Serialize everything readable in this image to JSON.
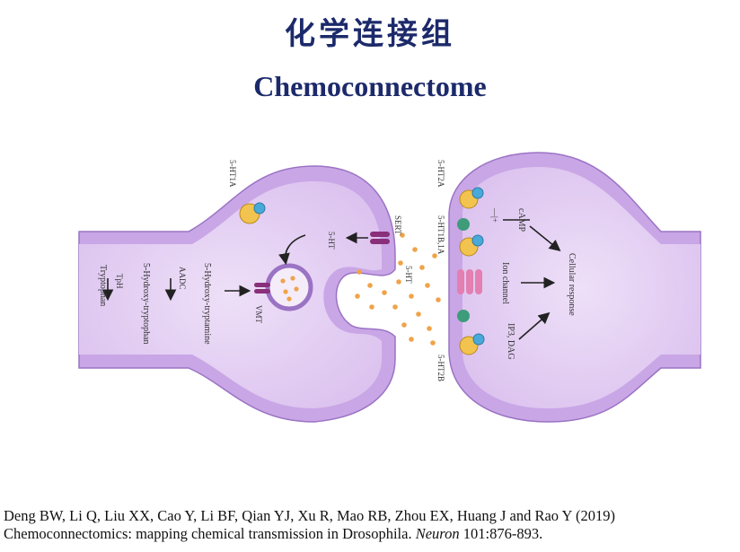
{
  "title_cn": "化学连接组",
  "title_en": "Chemoconnectome",
  "presynaptic": {
    "receptor_top": "5-HT1A",
    "pathway": {
      "step1": "Tryptophan",
      "enzyme1": "TpH",
      "step2": "5-Hydroxy-tryptophan",
      "enzyme2": "AADC",
      "step3": "5-Hydroxy-tryptamine"
    },
    "vmat": "VMT",
    "sert": "SERT",
    "reuptake": "5-HT",
    "released": "5-HT"
  },
  "postsynaptic": {
    "receptor_2a": "5-HT2A",
    "receptor_1b": "5-HT1B,1A",
    "receptor_2b": "5-HT2B",
    "minus": "—|+",
    "camp": "cAMP",
    "ion_channel": "Ion channel",
    "ip3": "IP3, DAG",
    "response": "Cellular response"
  },
  "citation": {
    "line1": "Deng BW, Li Q, Liu XX, Cao Y, Li BF, Qian YJ, Xu R, Mao RB, Zhou EX, Huang J and Rao Y (2019)",
    "line2_plain": "Chemoconnectomics: mapping chemical transmission in Drosophila.",
    "journal": "Neuron",
    "ref": "101:876-893."
  },
  "colors": {
    "membrane_outer": "#c9a6e6",
    "membrane_inner": "#b38ad6",
    "cytoplasm": "#e6d4f3",
    "receptor_gold": "#f2c34e",
    "receptor_blue": "#49a9d9",
    "receptor_green": "#3d9c7a",
    "transmitter": "#f0a34a",
    "title": "#1c2a6b"
  }
}
